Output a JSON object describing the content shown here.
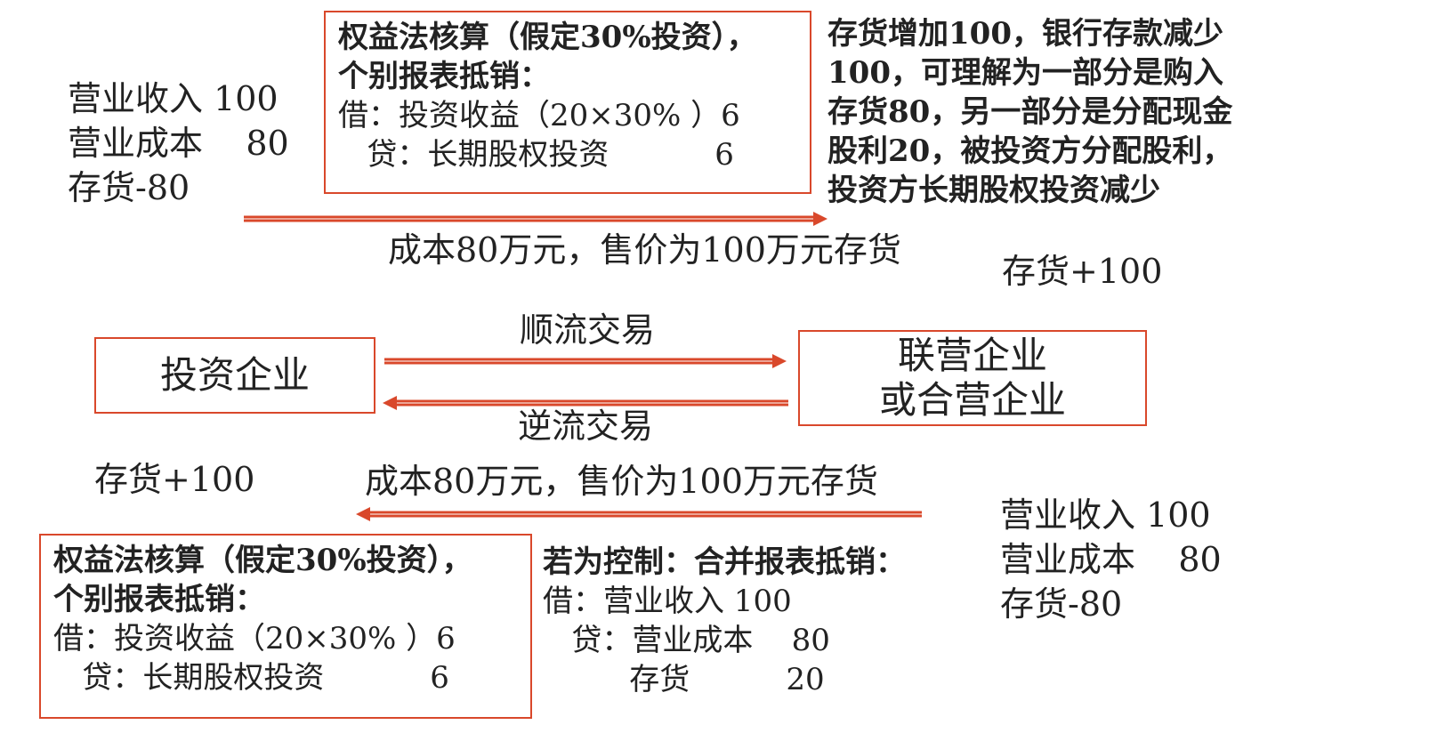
{
  "top_left_stack": [
    "营业收入 100",
    "营业成本    80",
    "存货-80"
  ],
  "top_box": {
    "line1": "权益法核算（假定30%投资），",
    "line2": "个别报表抵销：",
    "debit": "借：投资收益（20×30% ）6",
    "credit": "   贷：长期股权投资           6"
  },
  "top_right_note": [
    "存货增加100，银行存款减少",
    "100，可理解为一部分是购入",
    "存货80，另一部分是分配现金",
    "股利20，被投资方分配股利，",
    "投资方长期股权投资减少"
  ],
  "top_arrow_caption": "成本80万元，售价为100万元存货",
  "right_inventory_top": "存货+100",
  "downstream_label": "顺流交易",
  "upstream_label": "逆流交易",
  "investor_box": "投资企业",
  "associate_box": [
    "联营企业",
    "或合营企业"
  ],
  "left_inventory_bottom": "存货+100",
  "bottom_arrow_caption": "成本80万元，售价为100万元存货",
  "bottom_right_stack": [
    "营业收入 100",
    "营业成本    80",
    "存货-80"
  ],
  "bottom_box": {
    "line1": "权益法核算（假定30%投资），",
    "line2": "个别报表抵销：",
    "debit": "借：投资收益（20×30% ）6",
    "credit": "   贷：长期股权投资           6"
  },
  "control_entry": {
    "title": "若为控制：合并报表抵销：",
    "debit": "借：营业收入 100",
    "credit1": "   贷：营业成本    80",
    "credit2": "         存货          20"
  },
  "colors": {
    "accent": "#d9482b"
  }
}
